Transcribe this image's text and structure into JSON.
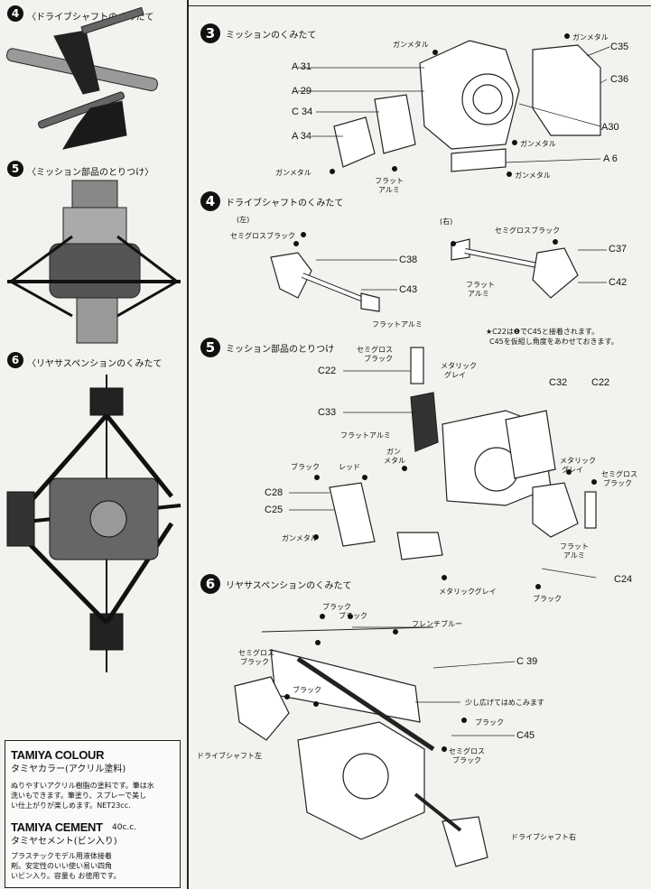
{
  "left_panel": {
    "step4": {
      "number": "4",
      "title": "〈ドライブシャフトのくみたて"
    },
    "step5": {
      "number": "5",
      "title": "〈ミッション部品のとりつけ〉"
    },
    "step6": {
      "number": "6",
      "title": "〈リヤサスペンションのくみたて"
    }
  },
  "steps": {
    "s3": {
      "number": "3",
      "title": "ミッションのくみたて"
    },
    "s4": {
      "number": "4",
      "title": "ドライブシャフトのくみたて"
    },
    "s5": {
      "number": "5",
      "title": "ミッション部品のとりつけ"
    },
    "s6": {
      "number": "6",
      "title": "リヤサスペンションのくみたて"
    }
  },
  "s3_labels": {
    "a31": "A 31",
    "a29": "A 29",
    "c34": "C 34",
    "a34": "A 34",
    "c35": "C35",
    "c36": "C36",
    "a30": "A30",
    "a6": "A 6",
    "gun1": "ガンメタル",
    "gun2": "ガンメタル",
    "gun3": "ガンメタル",
    "gun4": "ガンメタル",
    "gun5": "ガンメタル",
    "flat": "フラット",
    "alumi": "アルミ"
  },
  "s4_labels": {
    "left": "(左)",
    "right": "(右)",
    "sgb1": "セミグロスブラック",
    "sgb2": "セミグロスブラック",
    "c38": "C38",
    "c43": "C43",
    "c37": "C37",
    "c42": "C42",
    "flat_alu1": "フラットアルミ",
    "flat2": "フラット",
    "alumi2": "アルミ",
    "note1": "★C22は❶でC45と接着されます。",
    "note2": "C45を仮組し角度をあわせておきます。"
  },
  "s5_labels": {
    "sg1": "セミグロス",
    "sg1b": "ブラック",
    "c22a": "C22",
    "c33": "C33",
    "c32": "C32",
    "c22b": "C22",
    "metallic1": "メタリック",
    "grey1": "グレイ",
    "flat_alu": "フラットアルミ",
    "black1": "ブラック",
    "red1": "レッド",
    "gun6": "ガン",
    "gun6b": "メタル",
    "c28": "C28",
    "c25": "C25",
    "gunmetal": "ガンメタル",
    "metallic2": "メタリック",
    "grey2": "グレイ",
    "sg2": "セミグロス",
    "sg2b": "ブラック",
    "flat3": "フラット",
    "alumi3": "アルミ",
    "mgrey": "メタリックグレイ",
    "c24": "C24",
    "black2": "ブラック"
  },
  "s6_labels": {
    "black1": "ブラック",
    "black2": "ブラック",
    "black3": "ブラック",
    "black4": "ブラック",
    "french_blue": "フレンチブルー",
    "sg1": "セミグロス",
    "sg1b": "ブラック",
    "c39": "C 39",
    "spread": "少し広げてはめこみます",
    "c45": "C45",
    "drive_left": "ドライブシャフト左",
    "sg2": "セミグロス",
    "sg2b": "ブラック",
    "drive_right": "ドライブシャフト右"
  },
  "ad": {
    "colour_brand": "TAMIYA COLOUR",
    "colour_jp": "タミヤカラー(アクリル塗料)",
    "colour_text_1": "ぬりやすいアクリル樹脂の塗料です。筆は水",
    "colour_text_2": "洗いもできます。筆塗り、スプレーで美し",
    "colour_text_3": "い仕上がりが楽しめます。NET23cc.",
    "cement_brand": "TAMIYA CEMENT",
    "cement_size": "40c.c.",
    "cement_jp": "タミヤセメント(ビン入り)",
    "cement_text_1": "プラスチックモデル用液体接着",
    "cement_text_2": "剤。安定性のいい使い易い四角",
    "cement_text_3": "いビン入り。容量も お徳用です。"
  }
}
